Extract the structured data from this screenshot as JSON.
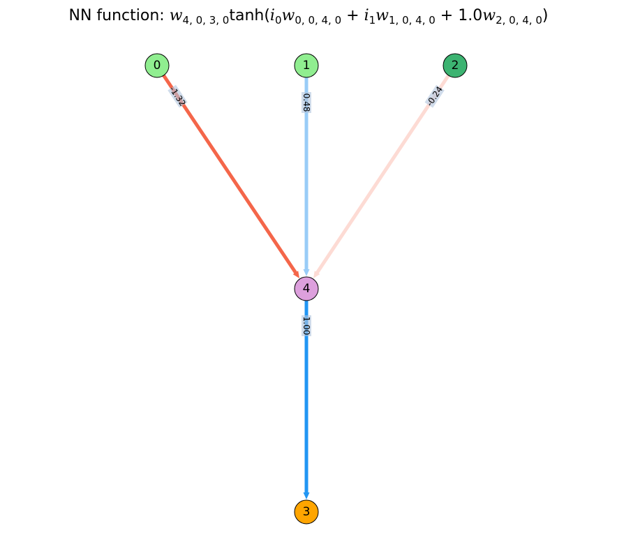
{
  "title": {
    "prefix": "NN function: ",
    "outer_weight": "w",
    "outer_weight_sub": "4, 0, 3, 0",
    "func": "tanh(",
    "term1_i": "i",
    "term1_i_sub": "0",
    "term1_w": "w",
    "term1_w_sub": "0, 0, 4, 0",
    "plus1": " + ",
    "term2_i": "i",
    "term2_i_sub": "1",
    "term2_w": "w",
    "term2_w_sub": "1, 0, 4, 0",
    "plus2": " + ",
    "term3_const": "1.0",
    "term3_w": "w",
    "term3_w_sub": "2, 0, 4, 0",
    "close": ")"
  },
  "nodes": [
    {
      "id": "0",
      "color": "#90ee90"
    },
    {
      "id": "1",
      "color": "#90ee90"
    },
    {
      "id": "2",
      "color": "#3cb371"
    },
    {
      "id": "4",
      "color": "#dda0dd"
    },
    {
      "id": "3",
      "color": "#ffa500"
    }
  ],
  "edges": [
    {
      "from": "0",
      "to": "4",
      "label": "-1.32",
      "color": "#f4664a"
    },
    {
      "from": "1",
      "to": "4",
      "label": "0.48",
      "color": "#99ccf7"
    },
    {
      "from": "2",
      "to": "4",
      "label": "-0.24",
      "color": "#fddbd4"
    },
    {
      "from": "4",
      "to": "3",
      "label": "1.00",
      "color": "#2196f3"
    }
  ]
}
